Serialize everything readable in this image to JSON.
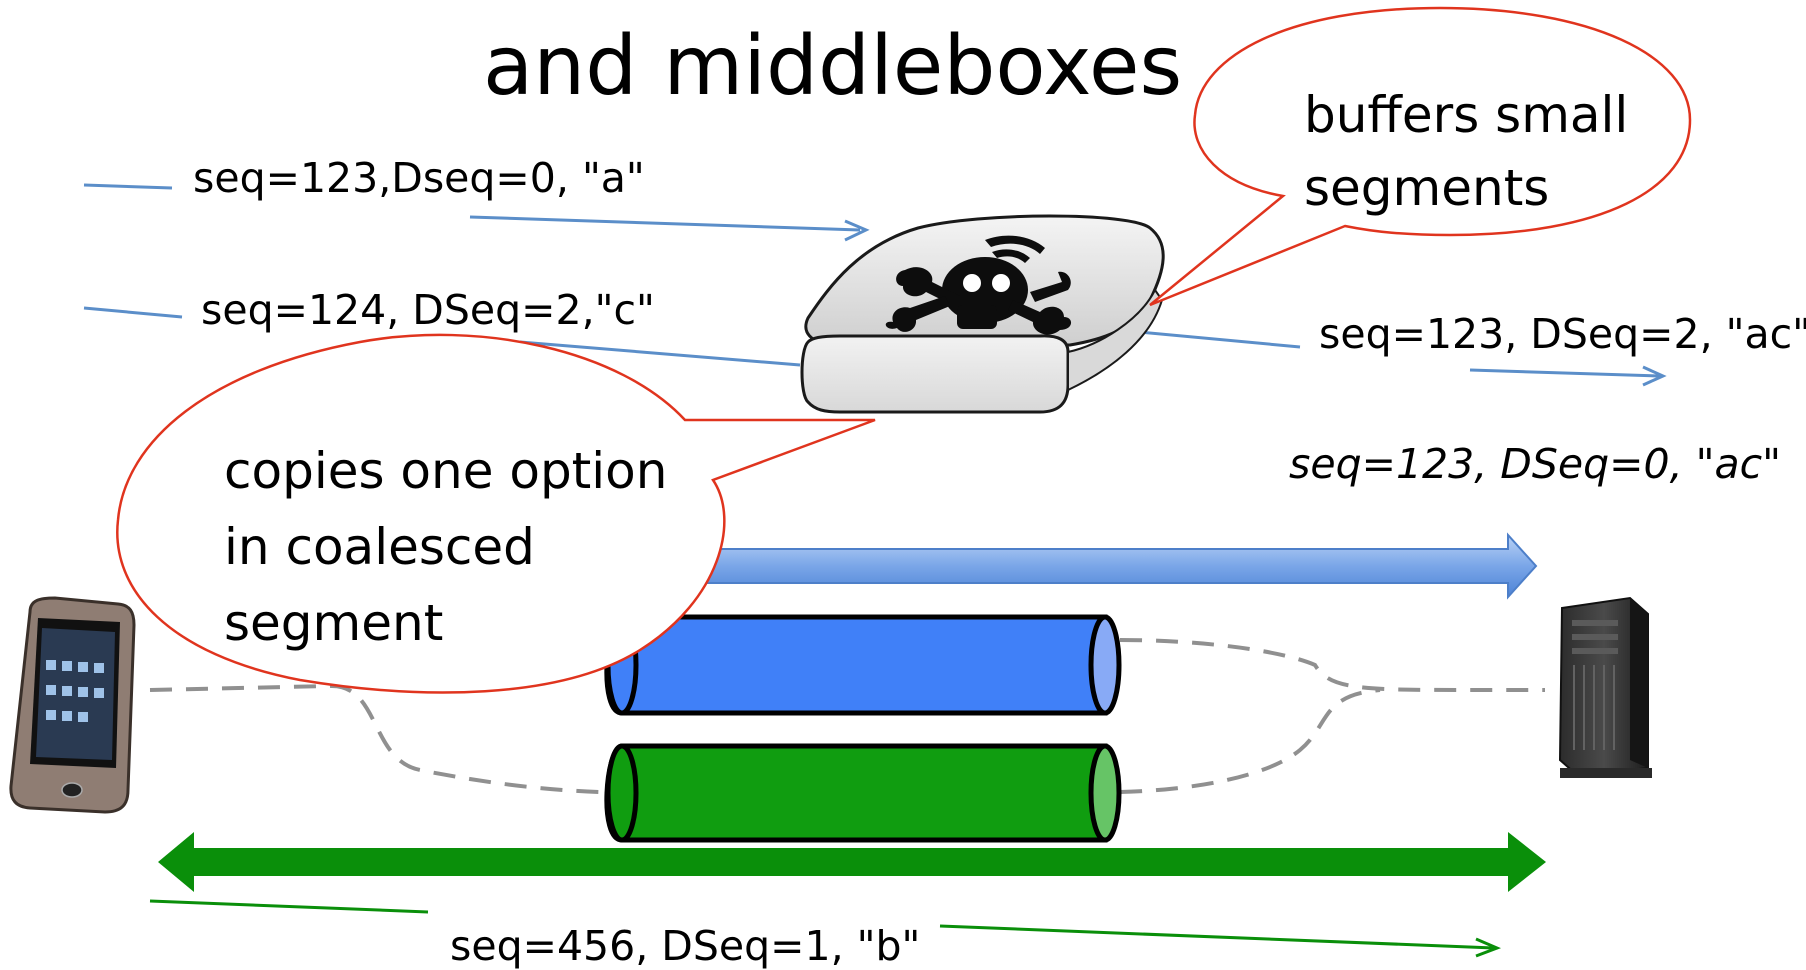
{
  "title": "and middleboxes",
  "callouts": {
    "buffer": [
      "buffers small",
      "segments"
    ],
    "copy": [
      "copies one option",
      "in coalesced",
      "segment"
    ]
  },
  "segments": {
    "seg_a": "seq=123,Dseq=0, \"a\"",
    "seg_c": "seq=124, DSeq=2,\"c\"",
    "seg_out": "seq=123, DSeq=2, \"ac\"",
    "seg_expected": "seq=123, DSeq=0, \"ac\"",
    "seg_b": "seq=456, DSeq=1, \"b\""
  },
  "icons": {
    "middlebox": "middlebox-skull-icon",
    "phone": "smartphone-icon",
    "server": "server-tower-icon"
  },
  "colors": {
    "blue_line": "#5b8ec9",
    "blue_tube": "#4080f8",
    "blue_cap": "#88aaf6",
    "green_tube": "#109d10",
    "green_cap": "#66c466",
    "green_arrow": "#0a8f0a",
    "callout_stroke": "#e0341e",
    "dashed": "#909090"
  }
}
